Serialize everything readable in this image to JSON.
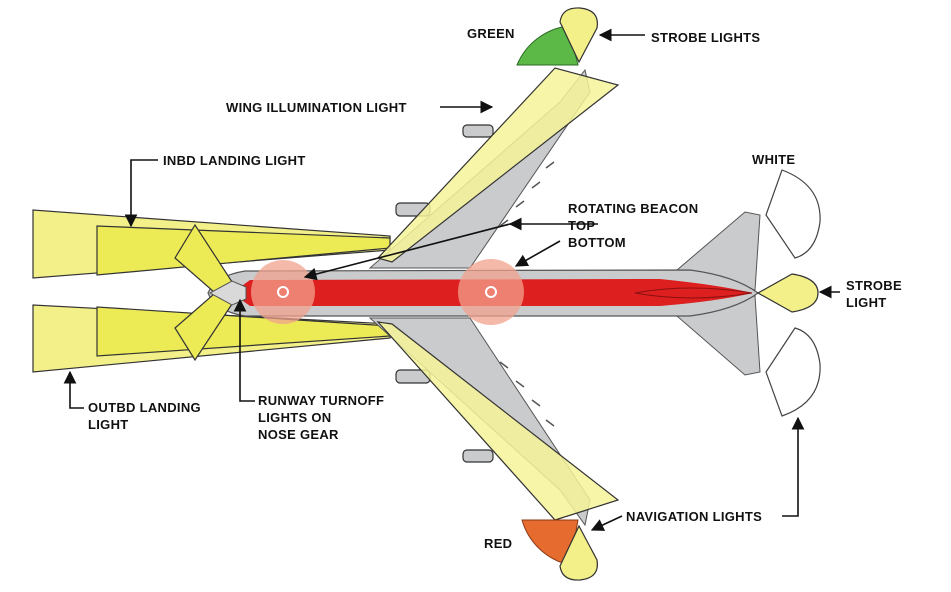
{
  "labels": {
    "green": "GREEN",
    "strobe_lights": "STROBE LIGHTS",
    "wing_illumination": "WING ILLUMINATION LIGHT",
    "inbd_landing": "INBD LANDING LIGHT",
    "white": "WHITE",
    "rotating_beacon": "ROTATING BEACON",
    "top": "TOP",
    "bottom": "BOTTOM",
    "strobe_light_1": "STROBE",
    "strobe_light_2": "LIGHT",
    "outbd_landing_1": "OUTBD LANDING",
    "outbd_landing_2": "LIGHT",
    "runway_turnoff_1": "RUNWAY TURNOFF",
    "runway_turnoff_2": "LIGHTS ON",
    "runway_turnoff_3": "NOSE GEAR",
    "red": "RED",
    "navigation_lights": "NAVIGATION LIGHTS"
  },
  "colors": {
    "beam_yellow": "#f3f08a",
    "beam_stroke": "#333333",
    "fuselage_red": "#dd1f1f",
    "airframe_gray": "#c9cbcd",
    "beacon_pink": "#f2a28e",
    "nav_green": "#5cb947",
    "nav_red": "#e56b2e"
  }
}
